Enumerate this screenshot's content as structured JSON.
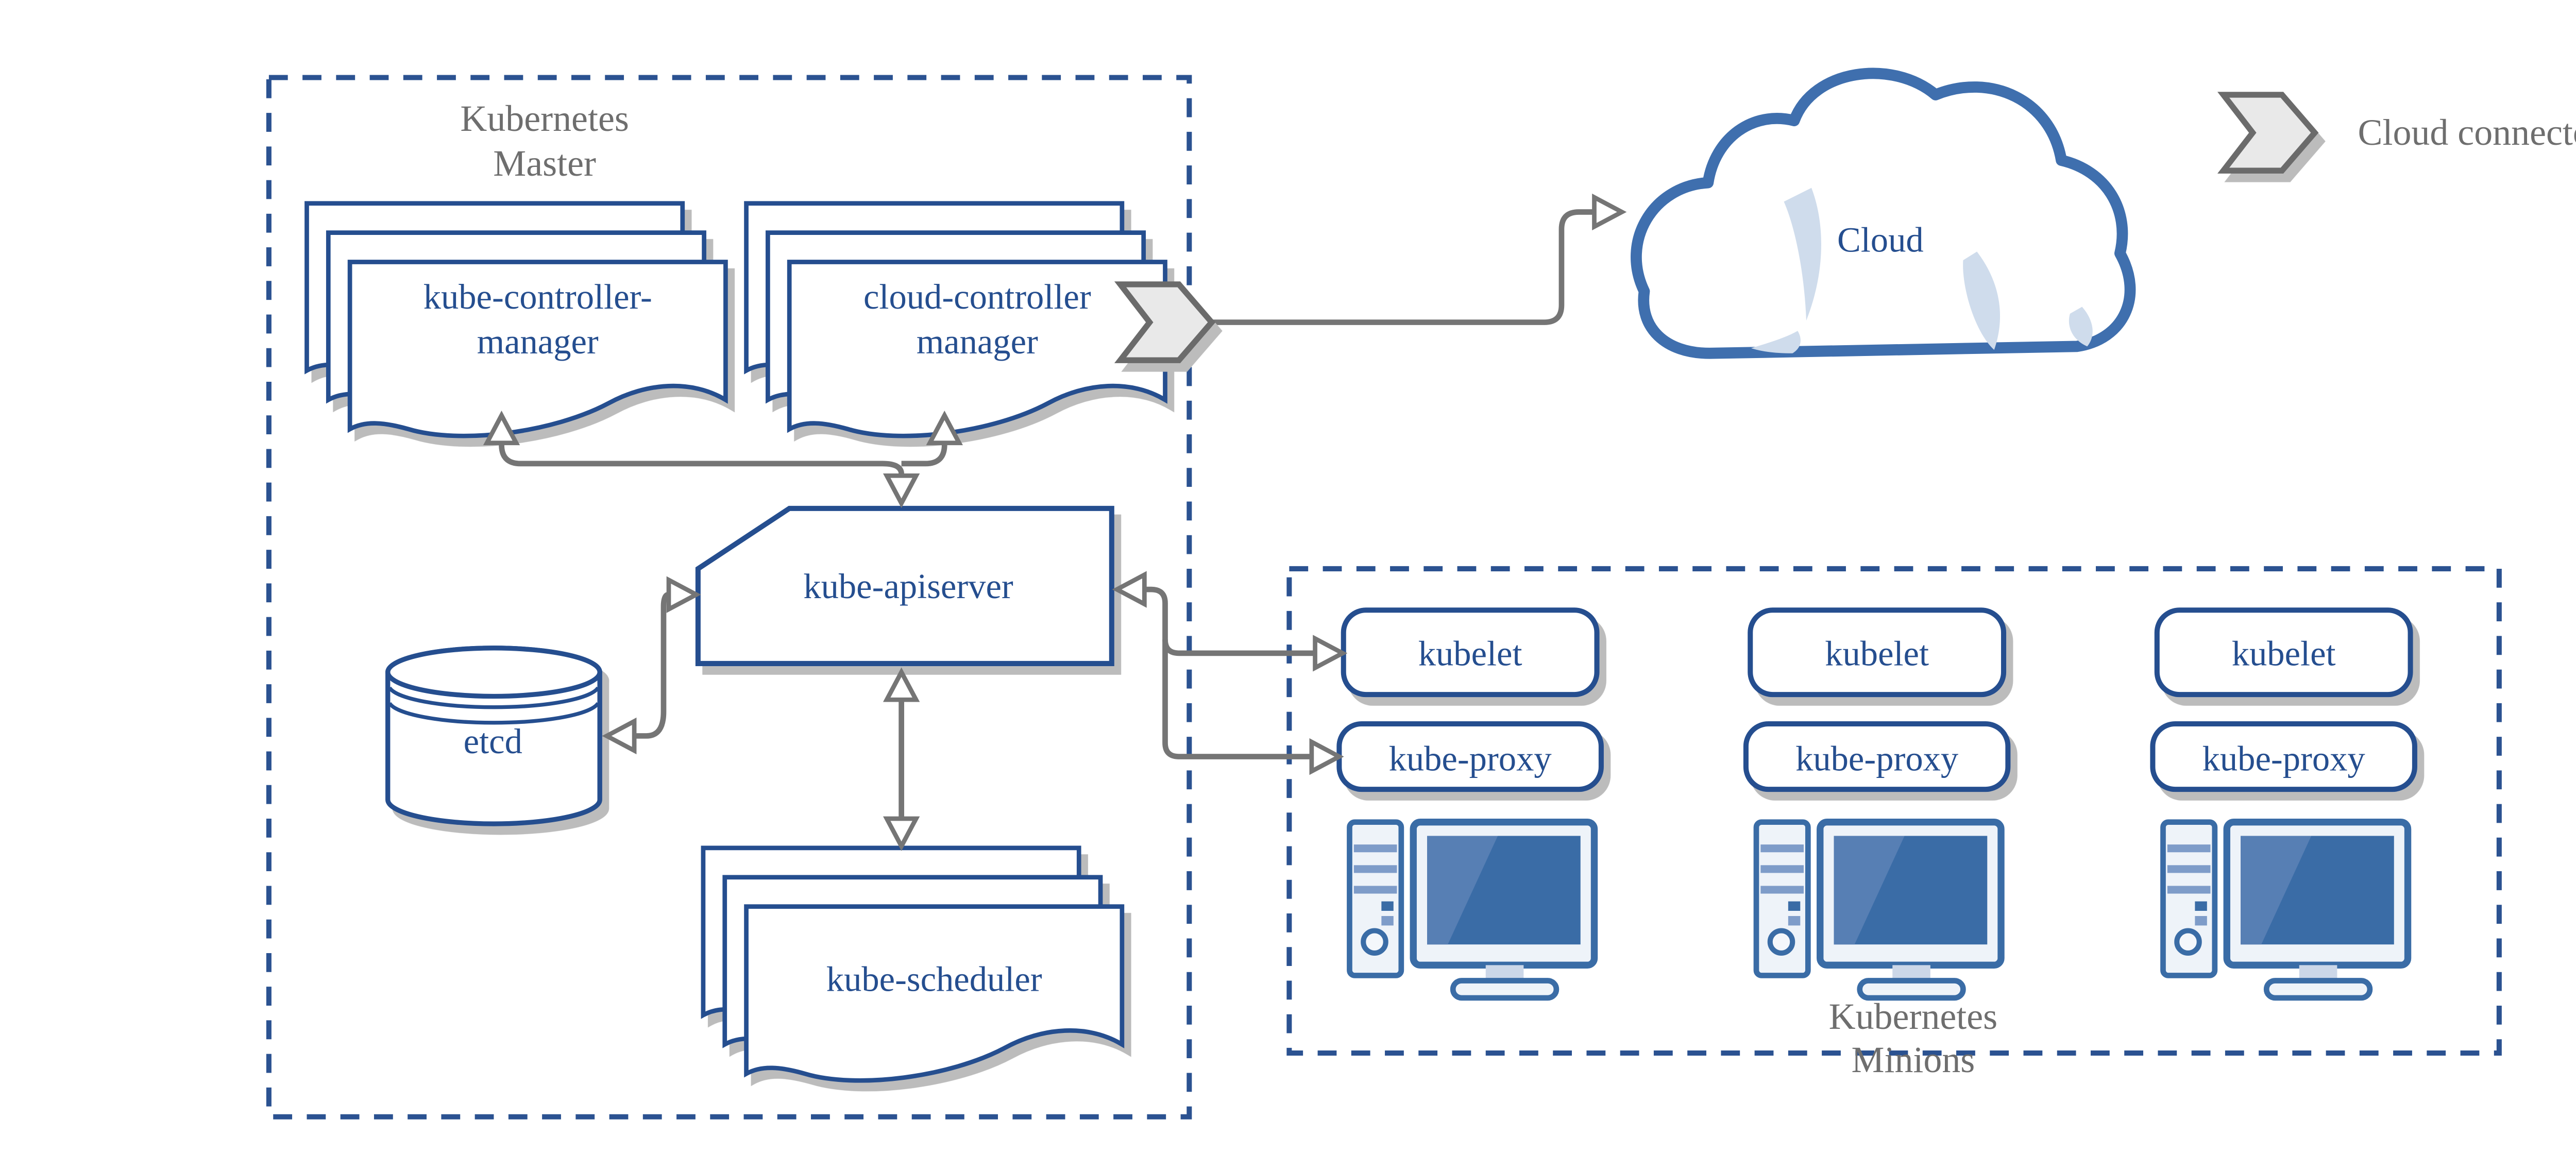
{
  "colors": {
    "component_blue": "#254e8f",
    "boundary_dash_blue": "#2b5291",
    "cloud_blue": "#3f6fae",
    "machine_blue": "#3a6ca6",
    "machine_light": "#eef3f9",
    "machine_medium": "#7e9cc9",
    "cloud_highlight": "#cfdcec",
    "arrow_gray": "#757575",
    "label_gray": "#6e6e6e",
    "chevron_fill": "#e9e9e9",
    "shadow_gray": "#bcbcbc"
  },
  "master": {
    "label_line1": "Kubernetes",
    "label_line2": "Master",
    "kube_controller_manager_line1": "kube-controller-",
    "kube_controller_manager_line2": "manager",
    "cloud_controller_manager_line1": "cloud-controller",
    "cloud_controller_manager_line2": "manager",
    "kube_apiserver": "kube-apiserver",
    "etcd": "etcd",
    "kube_scheduler": "kube-scheduler"
  },
  "cloud": {
    "label": "Cloud"
  },
  "legend": {
    "cloud_connector": "Cloud connector"
  },
  "minions": {
    "label_line1": "Kubernetes",
    "label_line2": "Minions",
    "nodes": [
      {
        "kubelet": "kubelet",
        "kube_proxy": "kube-proxy"
      },
      {
        "kubelet": "kubelet",
        "kube_proxy": "kube-proxy"
      },
      {
        "kubelet": "kubelet",
        "kube_proxy": "kube-proxy"
      }
    ]
  }
}
